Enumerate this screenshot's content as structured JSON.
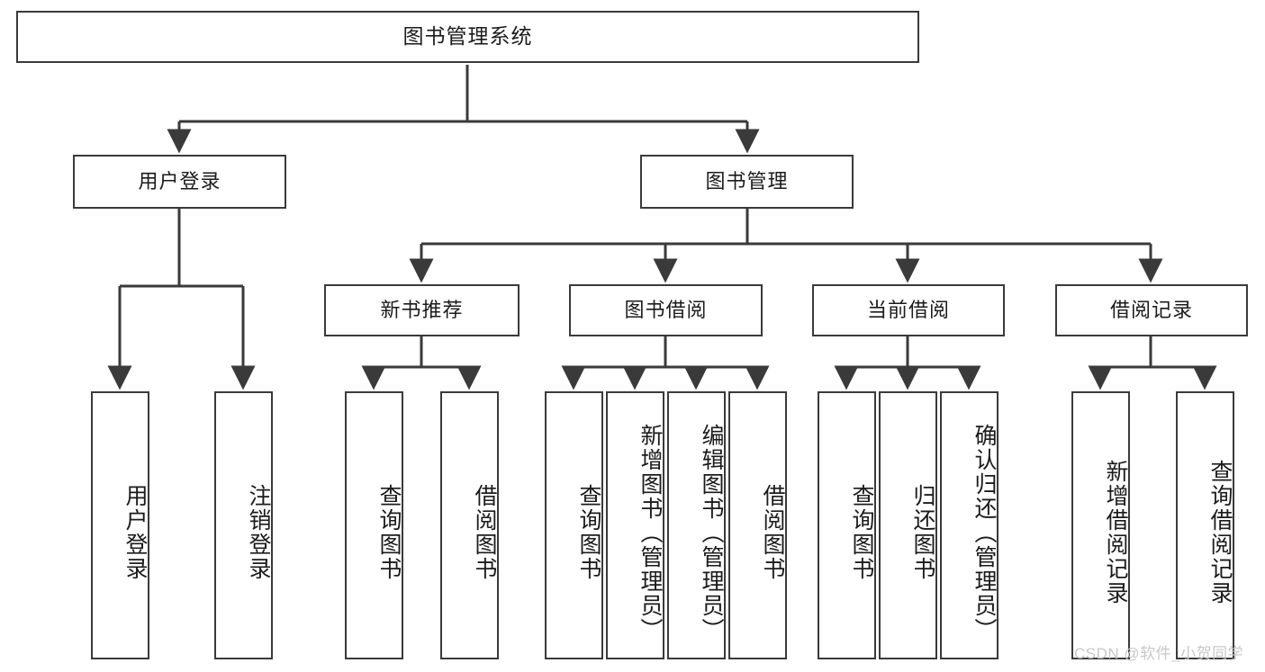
{
  "diagram": {
    "title": "图书管理系统",
    "type": "tree",
    "background_color": "#ffffff",
    "border_color": "#3a3a3a",
    "text_color": "#1b1b1b",
    "levels": 4,
    "root": {
      "label": "图书管理系统",
      "orientation": "horizontal"
    },
    "level2": [
      {
        "label": "用户登录",
        "orientation": "horizontal"
      },
      {
        "label": "图书管理",
        "orientation": "horizontal"
      }
    ],
    "level3": [
      {
        "label": "新书推荐",
        "orientation": "horizontal",
        "parent": "图书管理"
      },
      {
        "label": "图书借阅",
        "orientation": "horizontal",
        "parent": "图书管理"
      },
      {
        "label": "当前借阅",
        "orientation": "horizontal",
        "parent": "图书管理"
      },
      {
        "label": "借阅记录",
        "orientation": "horizontal",
        "parent": "图书管理"
      }
    ],
    "leaves_user_login": [
      {
        "label": "用户登录",
        "orientation": "vertical"
      },
      {
        "label": "注销登录",
        "orientation": "vertical"
      }
    ],
    "leaves_new_book": [
      {
        "label": "查询图书",
        "orientation": "vertical"
      },
      {
        "label": "借阅图书",
        "orientation": "vertical"
      }
    ],
    "leaves_borrow": [
      {
        "label": "查询图书",
        "orientation": "vertical"
      },
      {
        "label": "新增图书（管理员）",
        "orientation": "vertical"
      },
      {
        "label": "编辑图书（管理员）",
        "orientation": "vertical"
      },
      {
        "label": "借阅图书",
        "orientation": "vertical"
      }
    ],
    "leaves_current": [
      {
        "label": "查询图书",
        "orientation": "vertical"
      },
      {
        "label": "归还图书",
        "orientation": "vertical"
      },
      {
        "label": "确认归还（管理员）",
        "orientation": "vertical"
      }
    ],
    "leaves_records": [
      {
        "label": "新增借阅记录",
        "orientation": "vertical"
      },
      {
        "label": "查询借阅记录",
        "orientation": "vertical"
      }
    ]
  },
  "watermark": {
    "text": "CSDN @软件_小贺同学",
    "color": "#c8c8c8"
  }
}
